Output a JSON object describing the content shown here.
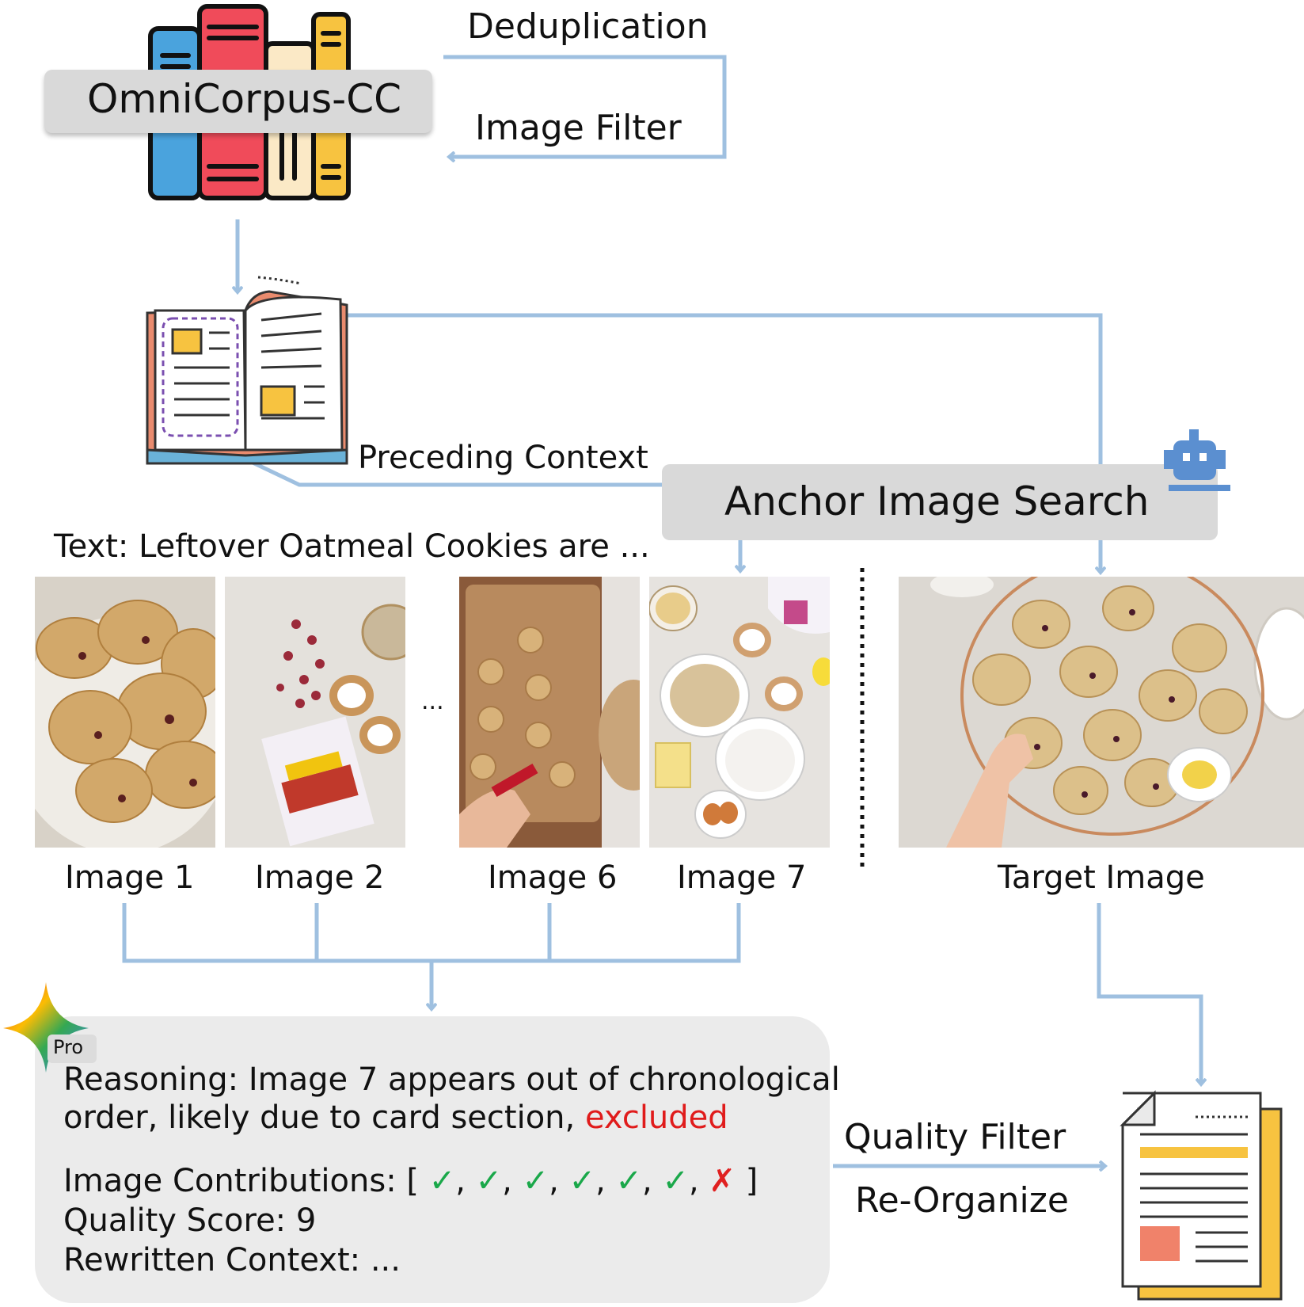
{
  "corpus": {
    "name": "OmniCorpus-CC"
  },
  "steps": {
    "dedup": "Deduplication",
    "image_filter": "Image Filter",
    "preceding_context": "Preceding Context",
    "anchor_search": "Anchor Image Search"
  },
  "text_snippet": "Text: Leftover Oatmeal Cookies are ...",
  "images": [
    {
      "label": "Image 1"
    },
    {
      "label": "Image 2"
    },
    {
      "label": "Image 6"
    },
    {
      "label": "Image 7"
    }
  ],
  "ellipsis": "...",
  "target_image": {
    "label": "Target Image"
  },
  "reasoning": {
    "badge": "Pro",
    "line1": "Reasoning: Image 7 appears out of chronological",
    "line2_prefix": "order, likely due to card section, ",
    "line2_excluded": "excluded",
    "contrib_prefix": "Image Contributions: [",
    "contrib_suffix": "]",
    "contributions": [
      "✓",
      "✓",
      "✓",
      "✓",
      "✓",
      "✓",
      "✗"
    ],
    "quality_score": "Quality Score: 9",
    "rewritten": "Rewritten Context: ..."
  },
  "final_steps": {
    "quality_filter": "Quality Filter",
    "reorganize": "Re-Organize"
  },
  "colors": {
    "arrow": "#9fc0e0",
    "check": "#1aa84a",
    "cross": "#e02020",
    "pill": "#d9d9d9",
    "box": "#ebebeb"
  }
}
